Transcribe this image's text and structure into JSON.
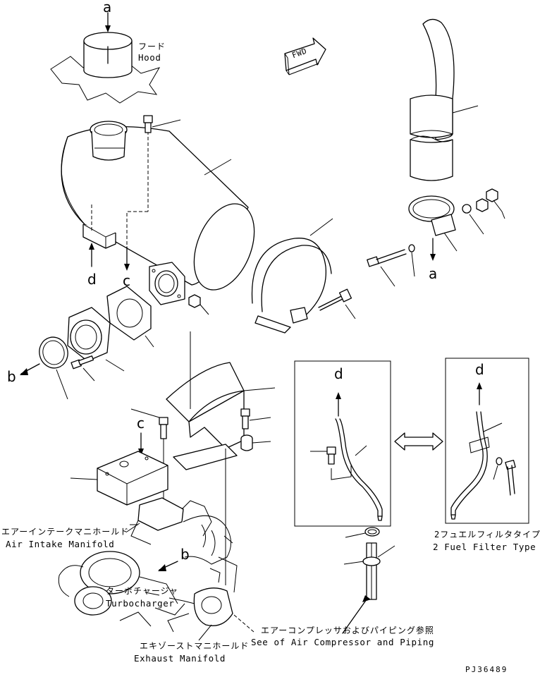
{
  "labels": {
    "hood_jp": "フード",
    "hood_en": "Hood",
    "fwd": "FWD",
    "aim_jp": "エアーインテークマニホールド",
    "aim_en": "Air Intake Manifold",
    "turbo_jp": "ターボチャージャ",
    "turbo_en": "Turbocharger",
    "exh_jp": "エキゾーストマニホールド",
    "exh_en": "Exhaust Manifold",
    "comp_jp": "エアーコンプレッサおよびパイピング参照",
    "comp_en": "See of Air Compressor and Piping",
    "filter_jp": "2フュエルフィルタタイプ",
    "filter_en": "2 Fuel Filter Type",
    "drawing_code": "PJ36489"
  },
  "refs": {
    "a": "a",
    "b": "b",
    "c": "c",
    "d": "d"
  }
}
